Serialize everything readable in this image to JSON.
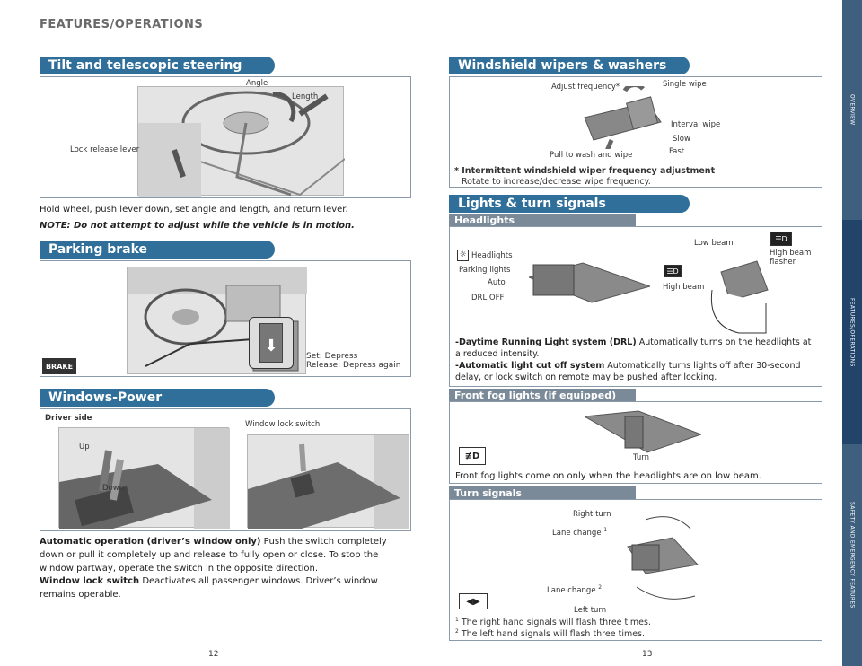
{
  "header": {
    "title": "FEATURES/OPERATIONS"
  },
  "tilt": {
    "title": "Tilt and telescopic steering wheel",
    "angle_label": "Angle",
    "length_label": "Length",
    "lock_label": "Lock release lever",
    "instruction": "Hold wheel, push lever down, set angle and length, and return lever.",
    "note": "NOTE: Do not attempt to adjust while the vehicle is in motion."
  },
  "parking": {
    "title": "Parking brake",
    "brake_badge": "BRAKE",
    "set_label": "Set: Depress",
    "release_label": "Release: Depress again"
  },
  "windows": {
    "title": "Windows-Power",
    "driver_side": "Driver side",
    "lock_switch": "Window lock switch",
    "up": "Up",
    "down": "Down",
    "auto_title": "Automatic operation (driver’s window only)",
    "auto_text": " Push the switch completely down or pull it completely up and release to fully open or close. To stop the window partway, operate the switch in the opposite direction.",
    "lock_title": "Window lock switch",
    "lock_text": " Deactivates all passenger windows. Driver’s window remains operable."
  },
  "wipers": {
    "title": "Windshield wipers & washers",
    "adjust": "Adjust frequency*",
    "single": "Single wipe",
    "interval": "Interval wipe",
    "slow": "Slow",
    "fast": "Fast",
    "pull": "Pull to wash and wipe",
    "footnote_title": "* Intermittent windshield wiper frequency adjustment",
    "footnote_text": "Rotate to increase/decrease wipe frequency."
  },
  "lights": {
    "title": "Lights & turn signals",
    "headlights_sub": "Headlights",
    "headlights": "Headlights",
    "parking_lights": "Parking lights",
    "auto": "Auto",
    "drl_off": "DRL OFF",
    "low_beam": "Low beam",
    "high_beam": "High beam",
    "flasher": "High beam flasher",
    "drl_title": "-Daytime Running Light system (DRL)",
    "drl_text": " Automatically turns on the headlights at a reduced intensity.",
    "cutoff_title": "-Automatic light cut off system",
    "cutoff_text": " Automatically turns lights off after 30-second delay, or lock switch on remote may be pushed after locking."
  },
  "fog": {
    "sub": "Front fog lights (if equipped)",
    "turn": "Turn",
    "text": "Front fog lights come on only when the headlights are on low beam."
  },
  "turn": {
    "sub": "Turn signals",
    "right": "Right turn",
    "lane1": "Lane change",
    "lane2": "Lane change",
    "left": "Left turn",
    "foot1": "The right hand signals will flash three times.",
    "foot2": "The left hand signals will flash three times."
  },
  "footer": {
    "left_page": "12",
    "right_page": "13"
  },
  "side_tabs": [
    "OVERVIEW",
    "FEATURES/OPERATIONS",
    "SAFETY AND EMERGENCY FEATURES"
  ]
}
